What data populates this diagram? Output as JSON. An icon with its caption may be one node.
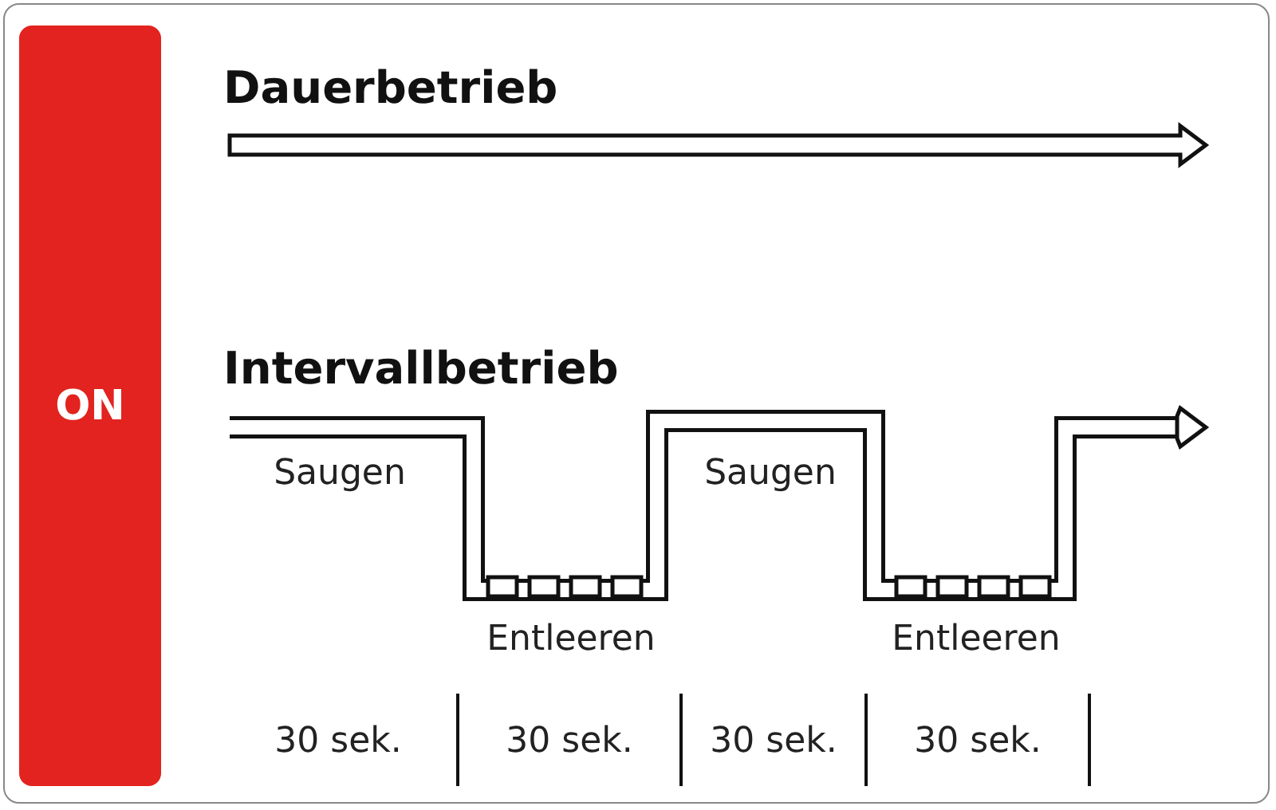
{
  "diagram": {
    "nodes": [
      {
        "text": [
          "ON"
        ]
      }
    ],
    "labels": [
      "Dauerbetrieb",
      "Intervallbetrieb",
      "Saugen",
      "Saugen",
      "Entleeren",
      "Entleeren",
      "30 sek.",
      "30 sek.",
      "30 sek.",
      "30 sek."
    ]
  }
}
